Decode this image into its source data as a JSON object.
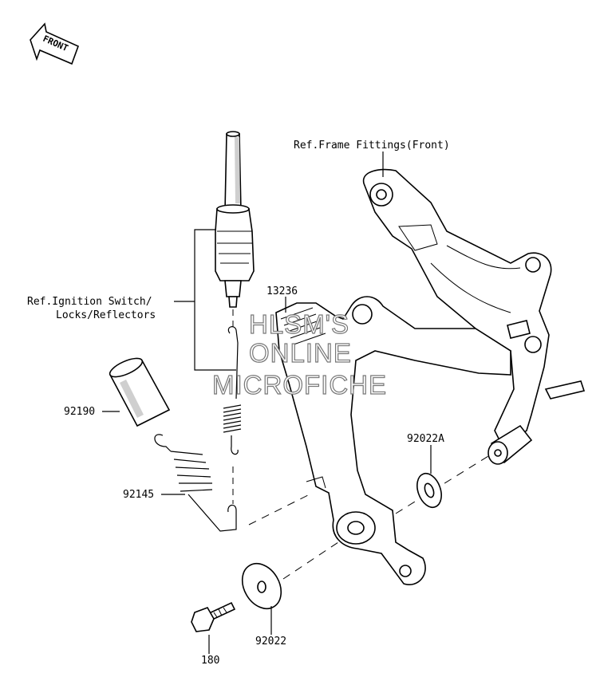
{
  "front_arrow": {
    "label": "FRONT"
  },
  "references": {
    "frame": "Ref.Frame Fittings(Front)",
    "ignition_line1": "Ref.Ignition Switch/",
    "ignition_line2": "Locks/Reflectors"
  },
  "parts": {
    "p13236": "13236",
    "p92190": "92190",
    "p92145": "92145",
    "p92022A": "92022A",
    "p92022": "92022",
    "p180": "180"
  },
  "watermark": {
    "line1": "HLSM'S",
    "line2": "ONLINE",
    "line3": "MICROFICHE"
  }
}
